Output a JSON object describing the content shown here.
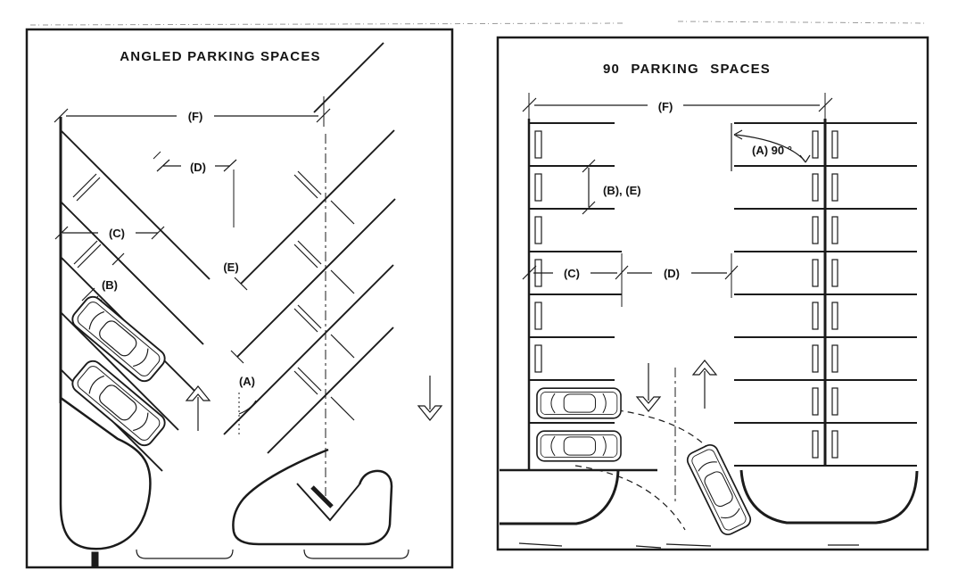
{
  "colors": {
    "ink": "#1b1b1b",
    "paper": "#ffffff"
  },
  "left_diagram": {
    "title": "ANGLED PARKING SPACES",
    "labels": {
      "F": "(F)",
      "D": "(D)",
      "C": "(C)",
      "B": "(B)",
      "E": "(E)",
      "A": "(A)"
    },
    "flow": {
      "aisle_direction": "up",
      "right_lane_direction": "down"
    },
    "stall_angle": "angled",
    "car_count": 2
  },
  "right_diagram": {
    "title": "90 PARKING SPACES",
    "labels": {
      "F": "(F)",
      "A90": "(A) 90 °",
      "BE": "(B), (E)",
      "C": "(C)",
      "D": "(D)"
    },
    "flow": {
      "left_lane_direction": "down",
      "right_lane_direction": "up"
    },
    "stall_angle": "90",
    "car_count": 3
  }
}
